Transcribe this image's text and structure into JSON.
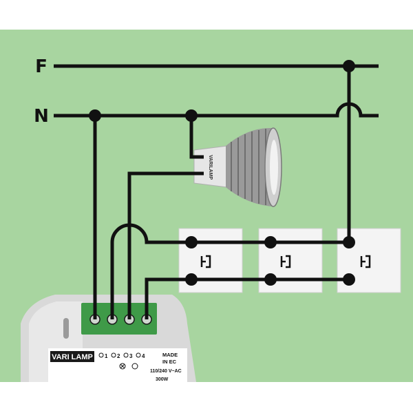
{
  "colors": {
    "background": "#a8d5a0",
    "page": "#ffffff",
    "wire": "#111111",
    "switch_face": "#f4f4f4",
    "terminal_green": "#3f9a48",
    "module_body": "#d9d9d9"
  },
  "labels": {
    "phase": "F",
    "neutral": "N"
  },
  "lamp": {
    "brand": "VARILAMP"
  },
  "module": {
    "brand": "VARI LAMP",
    "terminals": [
      "1",
      "2",
      "3",
      "4"
    ],
    "made_line1": "MADE",
    "made_line2": "IN EC",
    "voltage": "110/240 V~AC",
    "power": "300W"
  },
  "switches": [
    {
      "name": "push-button-1",
      "icon": "push-button-symbol"
    },
    {
      "name": "push-button-2",
      "icon": "push-button-symbol"
    },
    {
      "name": "push-button-3",
      "icon": "push-button-symbol"
    }
  ]
}
